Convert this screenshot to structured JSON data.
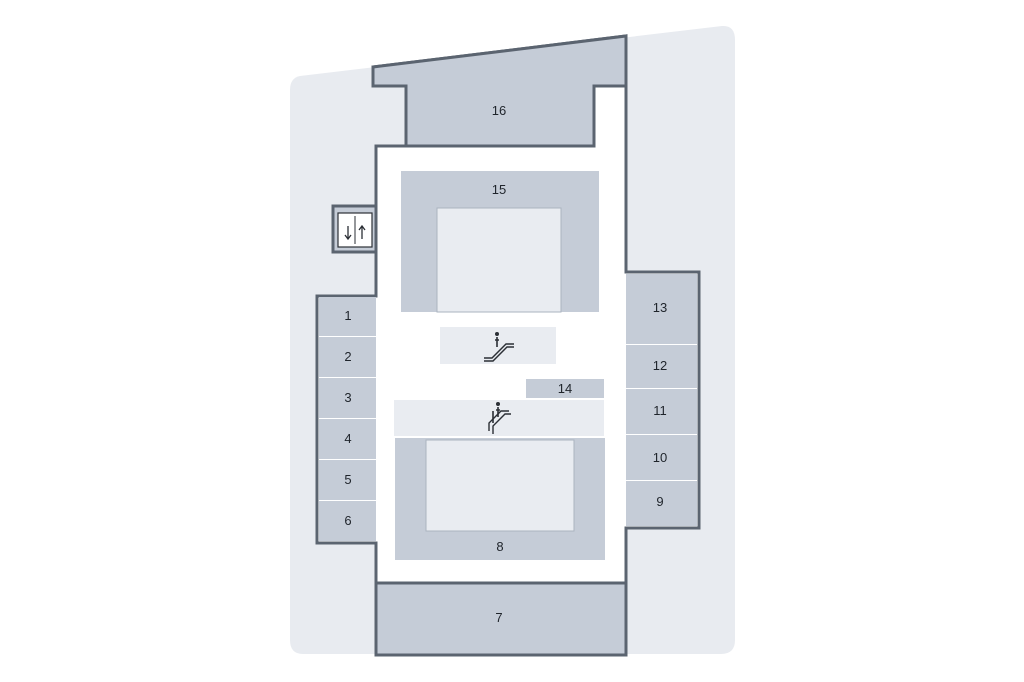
{
  "map": {
    "colors": {
      "background": "#ffffff",
      "site": "#e8ebf0",
      "wall": "#5b6470",
      "floor": "#ffffff",
      "store": "#c5ccd7",
      "void": "#e9ecf1",
      "label": "#1f242b"
    },
    "units": [
      {
        "id": "1",
        "label": "1"
      },
      {
        "id": "2",
        "label": "2"
      },
      {
        "id": "3",
        "label": "3"
      },
      {
        "id": "4",
        "label": "4"
      },
      {
        "id": "5",
        "label": "5"
      },
      {
        "id": "6",
        "label": "6"
      },
      {
        "id": "7",
        "label": "7"
      },
      {
        "id": "8",
        "label": "8"
      },
      {
        "id": "9",
        "label": "9"
      },
      {
        "id": "10",
        "label": "10"
      },
      {
        "id": "11",
        "label": "11"
      },
      {
        "id": "12",
        "label": "12"
      },
      {
        "id": "13",
        "label": "13"
      },
      {
        "id": "14",
        "label": "14"
      },
      {
        "id": "15",
        "label": "15"
      },
      {
        "id": "16",
        "label": "16"
      }
    ],
    "icons": {
      "elevator": "elevator-icon",
      "escalator_upper": "escalator-icon",
      "escalator_lower": "escalator-icon"
    }
  }
}
